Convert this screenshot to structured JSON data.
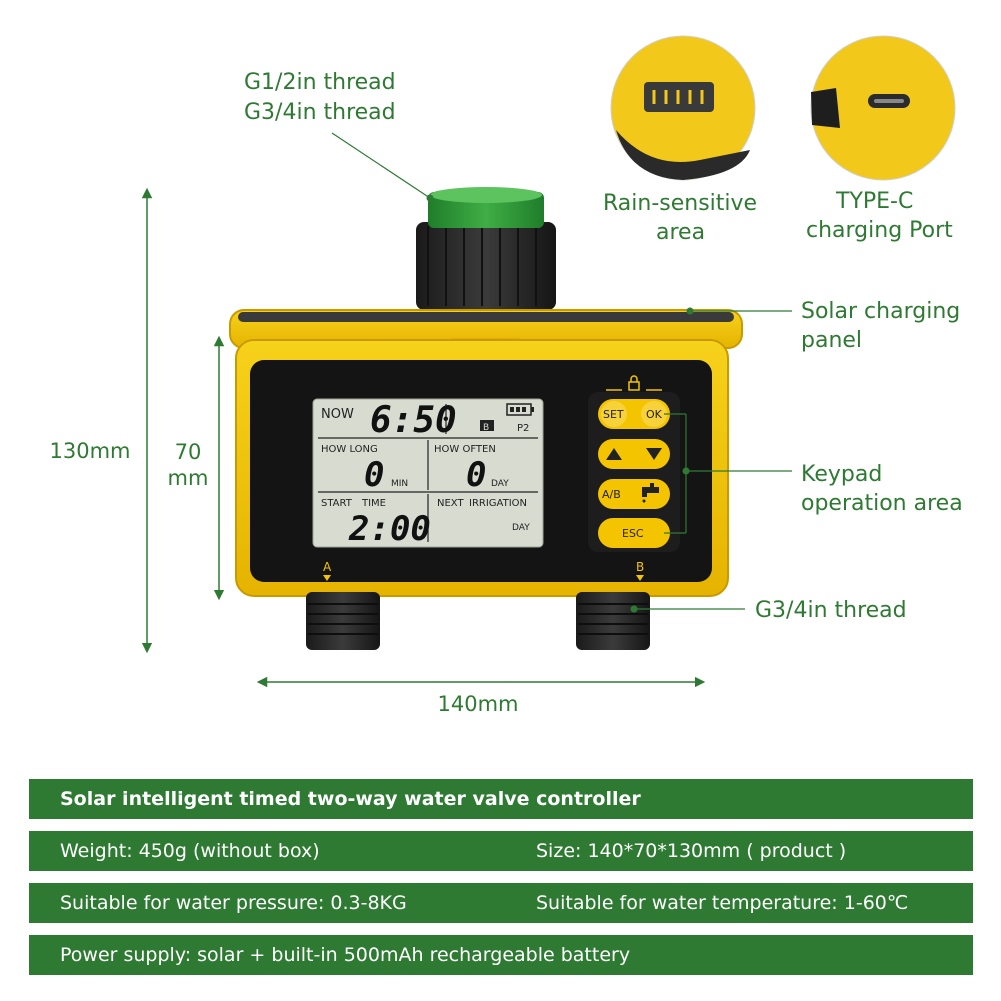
{
  "callouts": {
    "inlet_thread_line1": "G1/2in thread",
    "inlet_thread_line2": "G3/4in thread",
    "rain_sensor_line1": "Rain-sensitive",
    "rain_sensor_line2": "area",
    "typec_line1": "TYPE-C",
    "typec_line2": "charging Port",
    "solar_line1": "Solar charging",
    "solar_line2": "panel",
    "keypad_line1": "Keypad",
    "keypad_line2": "operation area",
    "outlet_thread": "G3/4in thread"
  },
  "dimensions": {
    "total_height": "130mm",
    "body_height_line1": "70",
    "body_height_line2": "mm",
    "width": "140mm"
  },
  "lcd": {
    "now_label": "NOW",
    "now_time": "6:50",
    "valve_indicator": "B",
    "program": "P2",
    "how_long_label": "HOW LONG",
    "how_long_value": "0",
    "how_long_unit": "MIN",
    "how_often_label": "HOW OFTEN",
    "how_often_value": "0",
    "how_often_unit": "DAY",
    "start_label": "START",
    "time_label": "TIME",
    "start_time": "2:00",
    "next_label": "NEXT",
    "irrigation_label": "IRRIGATION",
    "next_unit": "DAY"
  },
  "keys": {
    "set": "SET",
    "ok": "OK",
    "ab": "A/B",
    "esc": "ESC",
    "up_icon": "up-arrow-icon",
    "down_icon": "down-arrow-icon",
    "tap_icon": "faucet-icon",
    "lock_icon": "lock-icon"
  },
  "outlets": {
    "a": "A",
    "b": "B"
  },
  "specs": {
    "title": "Solar intelligent timed two-way water valve controller",
    "weight": "Weight: 450g (without box)",
    "size": "Size: 140*70*130mm ( product )",
    "pressure": "Suitable for water pressure: 0.3-8KG",
    "temperature": "Suitable for water temperature: 1-60℃",
    "power": "Power supply: solar + built-in 500mAh rechargeable battery"
  },
  "colors": {
    "accent_green": "#2e7a33",
    "body_yellow": "#f5c400",
    "lcd_bg": "#d7dbd0"
  }
}
